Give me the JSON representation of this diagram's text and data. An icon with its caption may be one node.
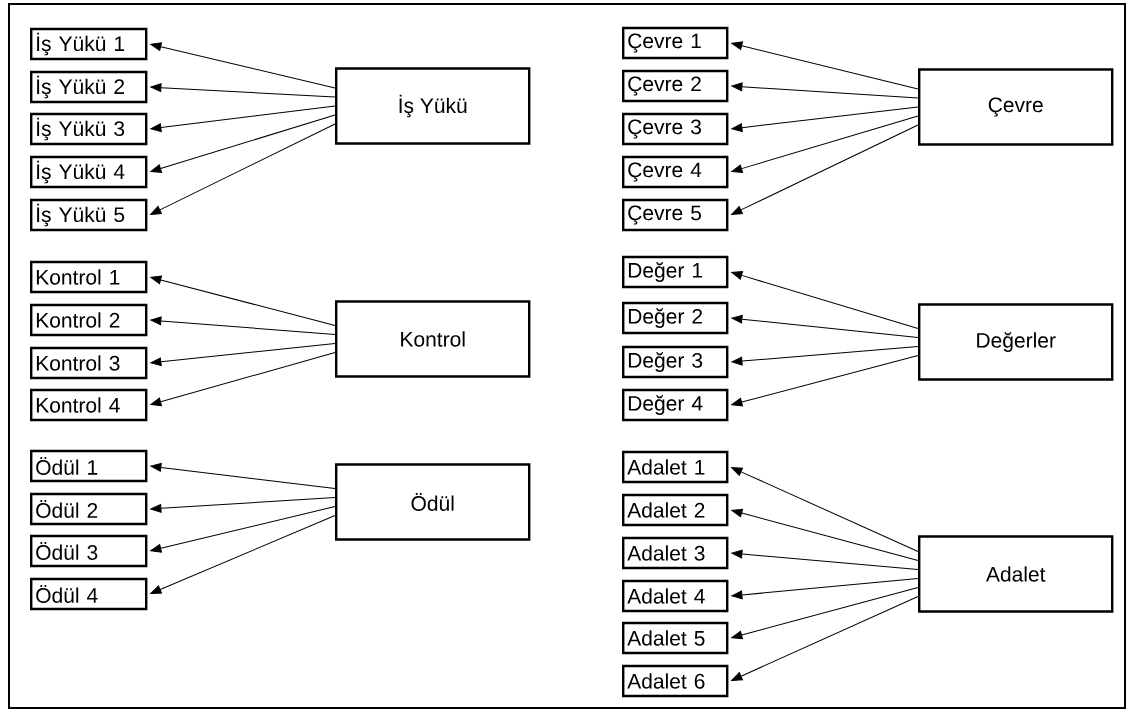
{
  "diagram": {
    "nodes": [
      {
        "text": [
          "İş Yükü"
        ]
      },
      {
        "text": [
          "İş Yükü 1"
        ]
      },
      {
        "text": [
          "İş Yükü 2"
        ]
      },
      {
        "text": [
          "İş Yükü 3"
        ]
      },
      {
        "text": [
          "İş Yükü 4"
        ]
      },
      {
        "text": [
          "İş Yükü 5"
        ]
      },
      {
        "text": [
          "Kontrol"
        ]
      },
      {
        "text": [
          "Kontrol 1"
        ]
      },
      {
        "text": [
          "Kontrol 2"
        ]
      },
      {
        "text": [
          "Kontrol 3"
        ]
      },
      {
        "text": [
          "Kontrol 4"
        ]
      },
      {
        "text": [
          "Ödül"
        ]
      },
      {
        "text": [
          "Ödül 1"
        ]
      },
      {
        "text": [
          "Ödül 2"
        ]
      },
      {
        "text": [
          "Ödül 3"
        ]
      },
      {
        "text": [
          "Ödül 4"
        ]
      },
      {
        "text": [
          "Çevre"
        ]
      },
      {
        "text": [
          "Çevre 1"
        ]
      },
      {
        "text": [
          "Çevre 2"
        ]
      },
      {
        "text": [
          "Çevre 3"
        ]
      },
      {
        "text": [
          "Çevre 4"
        ]
      },
      {
        "text": [
          "Çevre 5"
        ]
      },
      {
        "text": [
          "Değerler"
        ]
      },
      {
        "text": [
          "Değer 1"
        ]
      },
      {
        "text": [
          "Değer 2"
        ]
      },
      {
        "text": [
          "Değer 3"
        ]
      },
      {
        "text": [
          "Değer 4"
        ]
      },
      {
        "text": [
          "Adalet"
        ]
      },
      {
        "text": [
          "Adalet 1"
        ]
      },
      {
        "text": [
          "Adalet 2"
        ]
      },
      {
        "text": [
          "Adalet 3"
        ]
      },
      {
        "text": [
          "Adalet 4"
        ]
      },
      {
        "text": [
          "Adalet 5"
        ]
      },
      {
        "text": [
          "Adalet 6"
        ]
      }
    ],
    "edges": [
      {
        "from": 0,
        "to": 1,
        "arrow": "to"
      },
      {
        "from": 0,
        "to": 2,
        "arrow": "to"
      },
      {
        "from": 0,
        "to": 3,
        "arrow": "to"
      },
      {
        "from": 0,
        "to": 4,
        "arrow": "to"
      },
      {
        "from": 0,
        "to": 5,
        "arrow": "to"
      },
      {
        "from": 6,
        "to": 7,
        "arrow": "to"
      },
      {
        "from": 6,
        "to": 8,
        "arrow": "to"
      },
      {
        "from": 6,
        "to": 9,
        "arrow": "to"
      },
      {
        "from": 6,
        "to": 10,
        "arrow": "to"
      },
      {
        "from": 11,
        "to": 12,
        "arrow": "to"
      },
      {
        "from": 11,
        "to": 13,
        "arrow": "to"
      },
      {
        "from": 11,
        "to": 14,
        "arrow": "to"
      },
      {
        "from": 11,
        "to": 15,
        "arrow": "to"
      },
      {
        "from": 16,
        "to": 17,
        "arrow": "to"
      },
      {
        "from": 16,
        "to": 18,
        "arrow": "to"
      },
      {
        "from": 16,
        "to": 19,
        "arrow": "to"
      },
      {
        "from": 16,
        "to": 20,
        "arrow": "to"
      },
      {
        "from": 16,
        "to": 21,
        "arrow": "to"
      },
      {
        "from": 22,
        "to": 23,
        "arrow": "to"
      },
      {
        "from": 22,
        "to": 24,
        "arrow": "to"
      },
      {
        "from": 22,
        "to": 25,
        "arrow": "to"
      },
      {
        "from": 22,
        "to": 26,
        "arrow": "to"
      },
      {
        "from": 27,
        "to": 28,
        "arrow": "to"
      },
      {
        "from": 27,
        "to": 29,
        "arrow": "to"
      },
      {
        "from": 27,
        "to": 30,
        "arrow": "to"
      },
      {
        "from": 27,
        "to": 31,
        "arrow": "to"
      },
      {
        "from": 27,
        "to": 32,
        "arrow": "to"
      },
      {
        "from": 27,
        "to": 33,
        "arrow": "to"
      }
    ]
  }
}
